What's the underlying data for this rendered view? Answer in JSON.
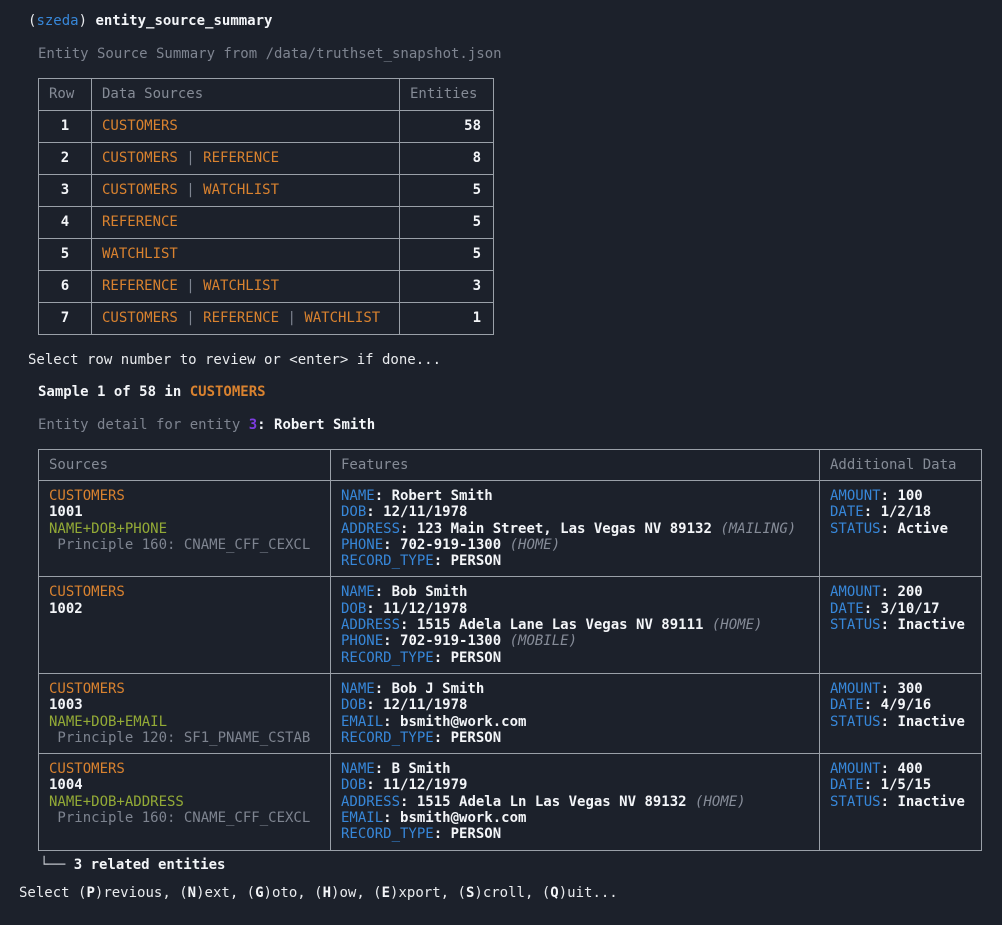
{
  "colors": {
    "background": "#1c212b",
    "foreground": "#e9ebee",
    "dim": "#7e8490",
    "orange": "#d9822f",
    "green": "#93aa36",
    "blue": "#3787d9",
    "purple": "#7c3ce0",
    "border": "#9aa0a8"
  },
  "strings": {
    "colon": ": ",
    "open_paren": "(",
    "close_paren": ")"
  },
  "prompt": {
    "env": "szeda",
    "command": "entity_source_summary"
  },
  "summary": {
    "title": "Entity Source Summary from /data/truthset_snapshot.json",
    "separator": " | ",
    "table": {
      "headers": [
        "Row",
        "Data Sources",
        "Entities"
      ],
      "rows": [
        {
          "row": "1",
          "sources": [
            "CUSTOMERS"
          ],
          "entities": "58"
        },
        {
          "row": "2",
          "sources": [
            "CUSTOMERS",
            "REFERENCE"
          ],
          "entities": "8"
        },
        {
          "row": "3",
          "sources": [
            "CUSTOMERS",
            "WATCHLIST"
          ],
          "entities": "5"
        },
        {
          "row": "4",
          "sources": [
            "REFERENCE"
          ],
          "entities": "5"
        },
        {
          "row": "5",
          "sources": [
            "WATCHLIST"
          ],
          "entities": "5"
        },
        {
          "row": "6",
          "sources": [
            "REFERENCE",
            "WATCHLIST"
          ],
          "entities": "3"
        },
        {
          "row": "7",
          "sources": [
            "CUSTOMERS",
            "REFERENCE",
            "WATCHLIST"
          ],
          "entities": "1"
        }
      ]
    },
    "select_prompt": "Select row number to review or <enter> if done..."
  },
  "sample": {
    "prefix": "Sample 1 of 58 in ",
    "source": "CUSTOMERS",
    "detail_prefix": "Entity detail for entity ",
    "entity_id": "3",
    "detail_suffix": ": Robert Smith"
  },
  "detail": {
    "headers": [
      "Sources",
      "Features",
      "Additional Data"
    ],
    "records": [
      {
        "source": "CUSTOMERS",
        "record_id": "1001",
        "match_key": "NAME+DOB+PHONE",
        "principle": " Principle 160: CNAME_CFF_CEXCL",
        "features": [
          {
            "label": "NAME",
            "value": "Robert Smith"
          },
          {
            "label": "DOB",
            "value": "12/11/1978"
          },
          {
            "label": "ADDRESS",
            "value": "123 Main Street, Las Vegas NV 89132",
            "note": "(MAILING)"
          },
          {
            "label": "PHONE",
            "value": "702-919-1300",
            "note": "(HOME)"
          },
          {
            "label": "RECORD_TYPE",
            "value": "PERSON"
          }
        ],
        "additional": [
          {
            "label": "AMOUNT",
            "value": "100"
          },
          {
            "label": "DATE",
            "value": "1/2/18"
          },
          {
            "label": "STATUS",
            "value": "Active"
          }
        ]
      },
      {
        "source": "CUSTOMERS",
        "record_id": "1002",
        "features": [
          {
            "label": "NAME",
            "value": "Bob Smith"
          },
          {
            "label": "DOB",
            "value": "11/12/1978"
          },
          {
            "label": "ADDRESS",
            "value": "1515 Adela Lane Las Vegas NV 89111",
            "note": "(HOME)"
          },
          {
            "label": "PHONE",
            "value": "702-919-1300",
            "note": "(MOBILE)"
          },
          {
            "label": "RECORD_TYPE",
            "value": "PERSON"
          }
        ],
        "additional": [
          {
            "label": "AMOUNT",
            "value": "200"
          },
          {
            "label": "DATE",
            "value": "3/10/17"
          },
          {
            "label": "STATUS",
            "value": "Inactive"
          }
        ]
      },
      {
        "source": "CUSTOMERS",
        "record_id": "1003",
        "match_key": "NAME+DOB+EMAIL",
        "principle": " Principle 120: SF1_PNAME_CSTAB",
        "features": [
          {
            "label": "NAME",
            "value": "Bob J Smith"
          },
          {
            "label": "DOB",
            "value": "12/11/1978"
          },
          {
            "label": "EMAIL",
            "value": "bsmith@work.com"
          },
          {
            "label": "RECORD_TYPE",
            "value": "PERSON"
          }
        ],
        "additional": [
          {
            "label": "AMOUNT",
            "value": "300"
          },
          {
            "label": "DATE",
            "value": "4/9/16"
          },
          {
            "label": "STATUS",
            "value": "Inactive"
          }
        ]
      },
      {
        "source": "CUSTOMERS",
        "record_id": "1004",
        "match_key": "NAME+DOB+ADDRESS",
        "principle": " Principle 160: CNAME_CFF_CEXCL",
        "features": [
          {
            "label": "NAME",
            "value": "B Smith"
          },
          {
            "label": "DOB",
            "value": "11/12/1979"
          },
          {
            "label": "ADDRESS",
            "value": "1515 Adela Ln Las Vegas NV 89132",
            "note": "(HOME)"
          },
          {
            "label": "EMAIL",
            "value": "bsmith@work.com"
          },
          {
            "label": "RECORD_TYPE",
            "value": "PERSON"
          }
        ],
        "additional": [
          {
            "label": "AMOUNT",
            "value": "400"
          },
          {
            "label": "DATE",
            "value": "1/5/15"
          },
          {
            "label": "STATUS",
            "value": "Inactive"
          }
        ]
      }
    ],
    "footer_glyph": "└──",
    "footer_text": "3 related entities"
  },
  "menu": {
    "prefix": "Select ",
    "separator": ", ",
    "suffix": "...",
    "options": [
      {
        "key": "P",
        "rest": "revious"
      },
      {
        "key": "N",
        "rest": "ext"
      },
      {
        "key": "G",
        "rest": "oto"
      },
      {
        "key": "H",
        "rest": "ow"
      },
      {
        "key": "E",
        "rest": "xport"
      },
      {
        "key": "S",
        "rest": "croll"
      },
      {
        "key": "Q",
        "rest": "uit"
      }
    ]
  }
}
